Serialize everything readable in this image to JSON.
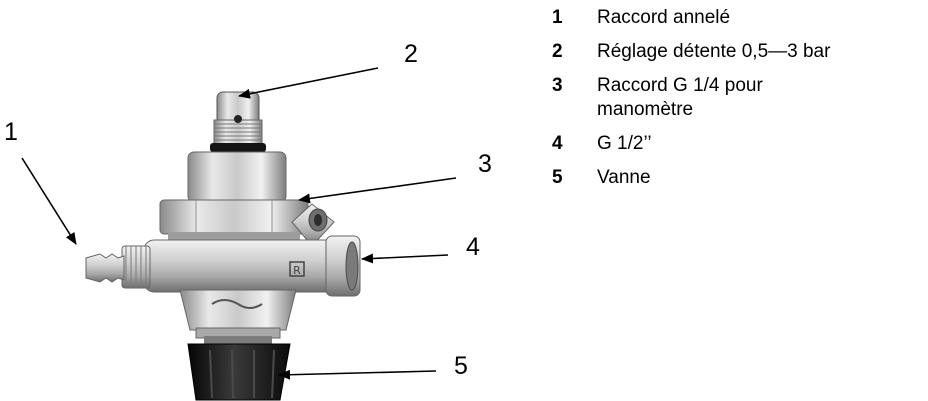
{
  "callouts": [
    {
      "number": "1"
    },
    {
      "number": "2"
    },
    {
      "number": "3"
    },
    {
      "number": "4"
    },
    {
      "number": "5"
    }
  ],
  "legend": [
    {
      "number": "1",
      "text": "Raccord annelé"
    },
    {
      "number": "2",
      "text": "Réglage détente 0,5—3 bar"
    },
    {
      "number": "3",
      "text": "Raccord G 1/4 pour manomètre"
    },
    {
      "number": "4",
      "text": "G 1/2’’"
    },
    {
      "number": "5",
      "text": "Vanne"
    }
  ],
  "colors": {
    "text": "#000000",
    "chrome_light": "#e8e8e8",
    "chrome_mid": "#b9b9b9",
    "chrome_dark": "#6f6f6f",
    "knob": "#1b1b1b"
  },
  "icons": {
    "product": "pressure-reducing-valve-photo"
  }
}
